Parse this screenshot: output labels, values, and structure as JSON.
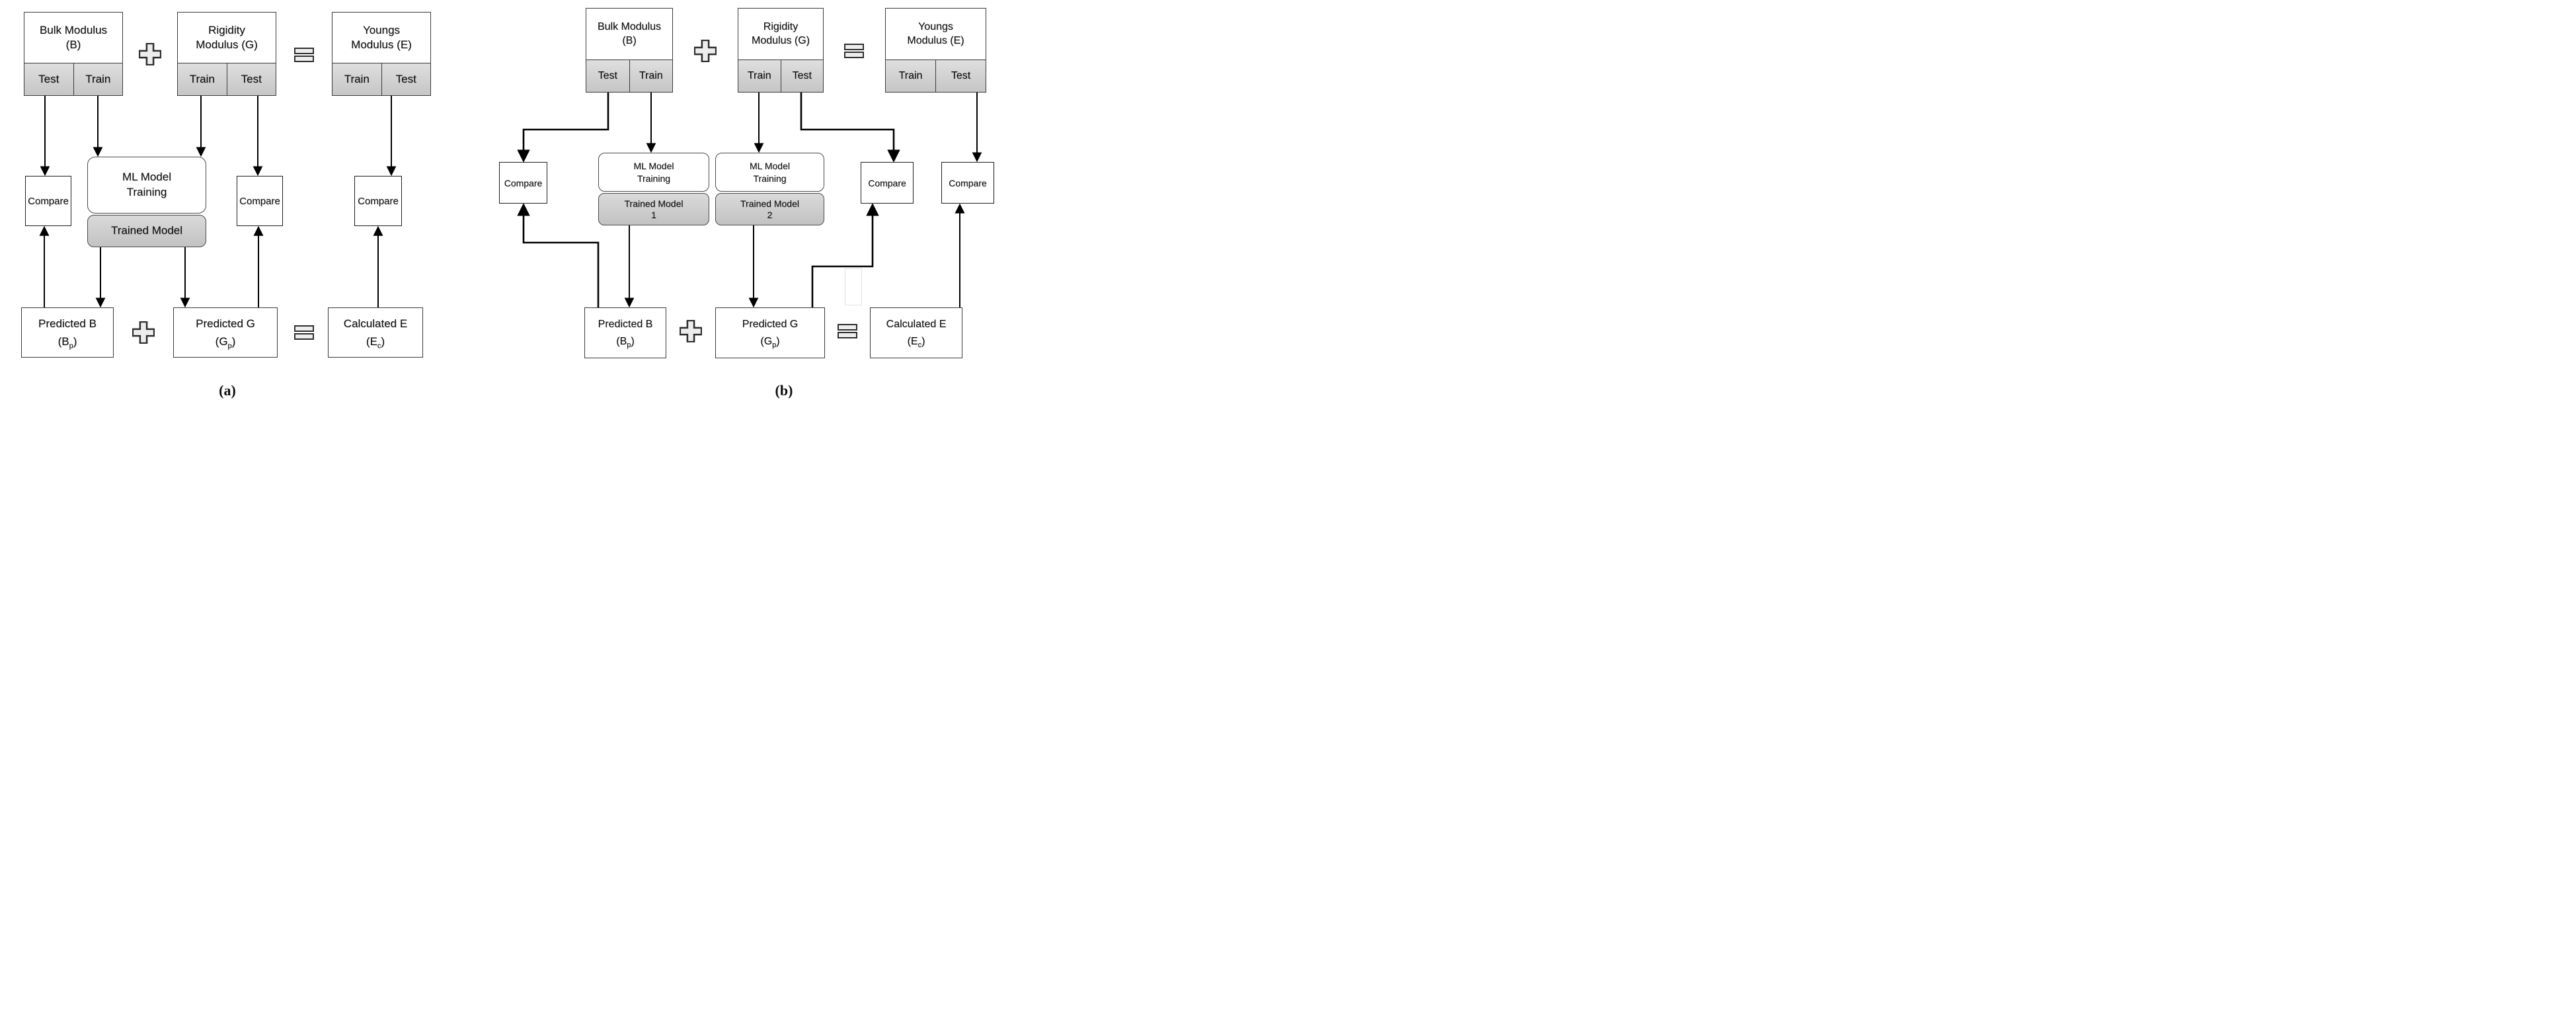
{
  "figure": {
    "icons": {
      "plus-icon": "+",
      "equals-icon": "="
    },
    "panel_a": {
      "panel_label": "(a)",
      "sources": [
        {
          "title_line1": "Bulk Modulus",
          "title_line2": "(B)",
          "cells": [
            "Test",
            "Train"
          ]
        },
        {
          "title_line1": "Rigidity",
          "title_line2": "Modulus (G)",
          "cells": [
            "Train",
            "Test"
          ]
        },
        {
          "title_line1": "Youngs",
          "title_line2": "Modulus (E)",
          "cells": [
            "Train",
            "Test"
          ]
        }
      ],
      "ml_box": {
        "line1": "ML Model",
        "line2": "Training"
      },
      "trained_box": {
        "line1": "Trained Model"
      },
      "compare_labels": [
        "Compare",
        "Compare",
        "Compare"
      ],
      "results": [
        {
          "name": "Predicted B",
          "paren_open": "(B",
          "subscript": "p",
          "paren_close": ")"
        },
        {
          "name": "Predicted G",
          "paren_open": "(G",
          "subscript": "p",
          "paren_close": ")"
        },
        {
          "name": "Calculated E",
          "paren_open": "(E",
          "subscript": "c",
          "paren_close": ")"
        }
      ]
    },
    "panel_b": {
      "panel_label": "(b)",
      "sources": [
        {
          "title_line1": "Bulk Modulus",
          "title_line2": "(B)",
          "cells": [
            "Test",
            "Train"
          ]
        },
        {
          "title_line1": "Rigidity",
          "title_line2": "Modulus (G)",
          "cells": [
            "Train",
            "Test"
          ]
        },
        {
          "title_line1": "Youngs",
          "title_line2": "Modulus (E)",
          "cells": [
            "Train",
            "Test"
          ]
        }
      ],
      "ml_boxes": [
        {
          "line1": "ML Model",
          "line2": "Training"
        },
        {
          "line1": "ML Model",
          "line2": "Training"
        }
      ],
      "trained_boxes": [
        {
          "line1": "Trained Model",
          "line2": "1"
        },
        {
          "line1": "Trained Model",
          "line2": "2"
        }
      ],
      "compare_labels": [
        "Compare",
        "Compare",
        "Compare"
      ],
      "results": [
        {
          "name": "Predicted B",
          "paren_open": "(B",
          "subscript": "p",
          "paren_close": ")"
        },
        {
          "name": "Predicted G",
          "paren_open": "(G",
          "subscript": "p",
          "paren_close": ")"
        },
        {
          "name": "Calculated E",
          "paren_open": "(E",
          "subscript": "c",
          "paren_close": ")"
        }
      ]
    }
  }
}
